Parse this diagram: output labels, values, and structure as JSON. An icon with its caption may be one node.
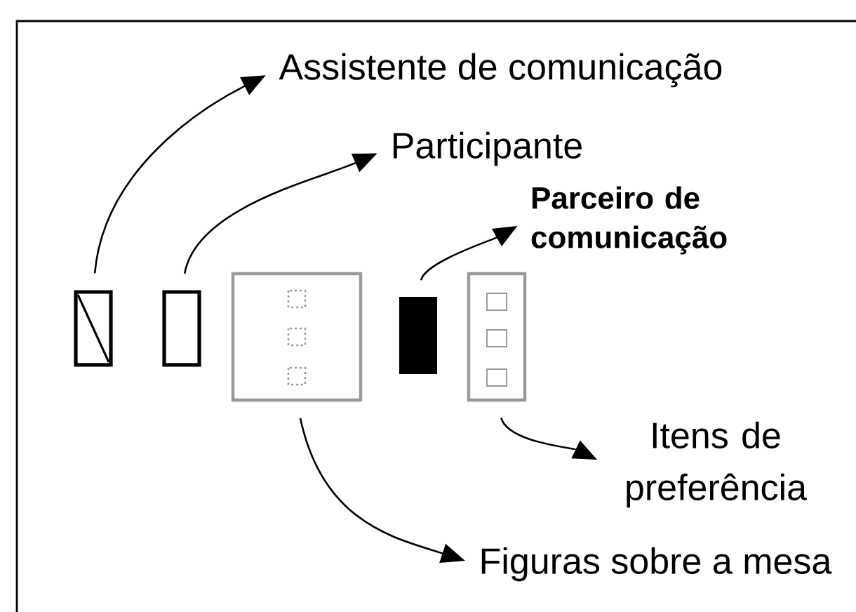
{
  "diagram": {
    "nodes": [
      {
        "text": [
          "Assistente de comunicação"
        ]
      },
      {
        "text": [
          "Participante"
        ]
      },
      {
        "text": [
          "Parceiro de comunicação"
        ]
      },
      {
        "text": [],
        "shape": "box"
      },
      {
        "text": [],
        "shape": "box"
      },
      {
        "text": [],
        "shape": "box"
      },
      {
        "text": [],
        "shape": "box"
      },
      {
        "text": [],
        "shape": "box"
      },
      {
        "text": [
          "Itens de preferência"
        ]
      },
      {
        "text": [
          "Figuras sobre a mesa"
        ]
      }
    ],
    "edges": [
      {
        "from": 3,
        "to": 0,
        "arrow": "to"
      },
      {
        "from": 4,
        "to": 1,
        "arrow": "to"
      },
      {
        "from": 6,
        "to": 2,
        "arrow": "to"
      },
      {
        "from": 7,
        "to": 8,
        "arrow": "to"
      },
      {
        "from": 5,
        "to": 9,
        "arrow": "to"
      }
    ]
  }
}
